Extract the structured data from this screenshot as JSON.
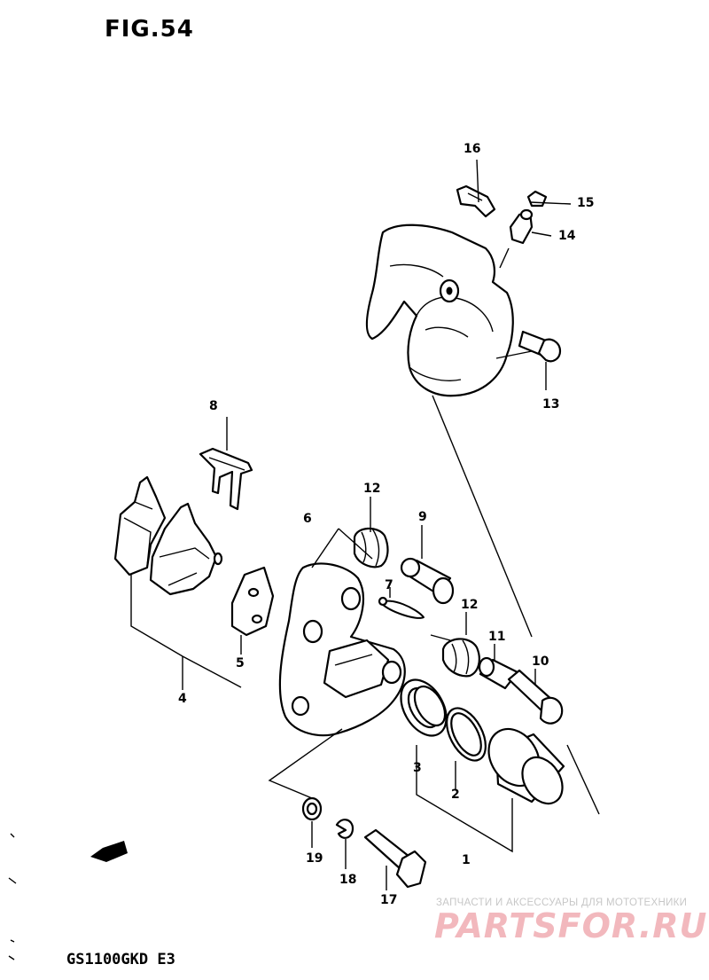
{
  "figure": {
    "title": "FIG.54",
    "model_code": "GS1100GKD E3"
  },
  "callouts": {
    "p1": "1",
    "p2": "2",
    "p3": "3",
    "p4": "4",
    "p5": "5",
    "p6": "6",
    "p7": "7",
    "p8": "8",
    "p9": "9",
    "p10": "10",
    "p11": "11",
    "p12a": "12",
    "p12b": "12",
    "p13": "13",
    "p14": "14",
    "p15": "15",
    "p16": "16",
    "p17": "17",
    "p18": "18",
    "p19": "19"
  },
  "watermark": {
    "tagline": "ЗАПЧАСТИ И АКСЕССУАРЫ ДЛЯ МОТОТЕХНИКИ",
    "brand": "PARTSFOR.RU",
    "color": "#f2b8bd"
  },
  "direction_badge": "FWD"
}
